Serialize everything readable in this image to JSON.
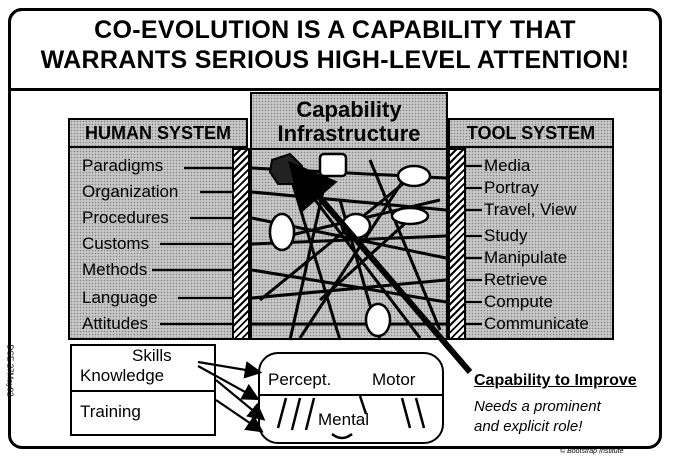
{
  "title_line1": "CO-EVOLUTION IS A CAPABILITY THAT",
  "title_line2": "WARRANTS SERIOUS HIGH-LEVEL ATTENTION!",
  "human_system": {
    "heading": "HUMAN SYSTEM",
    "items": [
      "Paradigms",
      "Organization",
      "Procedures",
      "Customs",
      "Methods",
      "Language",
      "Attitudes"
    ]
  },
  "capability_infrastructure": {
    "line1": "Capability",
    "line2": "Infrastructure"
  },
  "tool_system": {
    "heading": "TOOL SYSTEM",
    "items": [
      "Media",
      "Portray",
      "Travel, View",
      "Study",
      "Manipulate",
      "Retrieve",
      "Compute",
      "Communicate"
    ]
  },
  "lower_left": {
    "skills": "Skills",
    "knowledge": "Knowledge",
    "training": "Training"
  },
  "human_capacities": {
    "percept": "Percept.",
    "motor": "Motor",
    "mental": "Mental"
  },
  "capability_to_improve": {
    "heading": "Capability to Improve",
    "note_line1": "Needs a prominent",
    "note_line2": "and explicit role!"
  },
  "side_stamp": "DCE 27May92",
  "copyright": "© Bootstrap Institute"
}
